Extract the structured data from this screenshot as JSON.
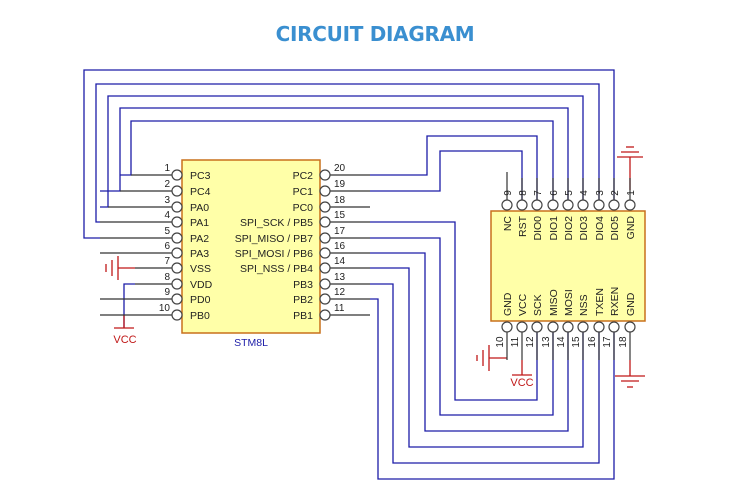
{
  "title": "CIRCUIT DIAGRAM",
  "mcu": {
    "name": "STM8L",
    "left_pins": [
      {
        "num": "1",
        "label": "PC3"
      },
      {
        "num": "2",
        "label": "PC4"
      },
      {
        "num": "3",
        "label": "PA0"
      },
      {
        "num": "4",
        "label": "PA1"
      },
      {
        "num": "5",
        "label": "PA2"
      },
      {
        "num": "6",
        "label": "PA3"
      },
      {
        "num": "7",
        "label": "VSS"
      },
      {
        "num": "8",
        "label": "VDD"
      },
      {
        "num": "9",
        "label": "PD0"
      },
      {
        "num": "10",
        "label": "PB0"
      }
    ],
    "right_pins": [
      {
        "num": "20",
        "label": "PC2"
      },
      {
        "num": "19",
        "label": "PC1"
      },
      {
        "num": "18",
        "label": "PC0"
      },
      {
        "num": "15",
        "label": "SPI_SCK / PB5"
      },
      {
        "num": "17",
        "label": "SPI_MISO / PB7"
      },
      {
        "num": "16",
        "label": "SPI_MOSI / PB6"
      },
      {
        "num": "14",
        "label": "SPI_NSS / PB4"
      },
      {
        "num": "13",
        "label": "PB3"
      },
      {
        "num": "12",
        "label": "PB2"
      },
      {
        "num": "11",
        "label": "PB1"
      }
    ],
    "vcc_label": "VCC"
  },
  "module": {
    "top_pins": [
      {
        "num": "9",
        "label": "NC"
      },
      {
        "num": "8",
        "label": "RST"
      },
      {
        "num": "7",
        "label": "DIO0"
      },
      {
        "num": "6",
        "label": "DIO1"
      },
      {
        "num": "5",
        "label": "DIO2"
      },
      {
        "num": "4",
        "label": "DIO3"
      },
      {
        "num": "3",
        "label": "DIO4"
      },
      {
        "num": "2",
        "label": "DIO5"
      },
      {
        "num": "1",
        "label": "GND"
      }
    ],
    "bottom_pins": [
      {
        "num": "10",
        "label": "GND"
      },
      {
        "num": "11",
        "label": "VCC"
      },
      {
        "num": "12",
        "label": "SCK"
      },
      {
        "num": "13",
        "label": "MISO"
      },
      {
        "num": "14",
        "label": "MOSI"
      },
      {
        "num": "15",
        "label": "NSS"
      },
      {
        "num": "16",
        "label": "TXEN"
      },
      {
        "num": "17",
        "label": "RXEN"
      },
      {
        "num": "18",
        "label": "GND"
      }
    ],
    "vcc_label": "VCC"
  },
  "colors": {
    "title": "#3a8fd0",
    "wire": "#1c1ca8",
    "power": "#c01818",
    "chip_fill": "#ffffa8",
    "chip_border": "#c8701c"
  }
}
